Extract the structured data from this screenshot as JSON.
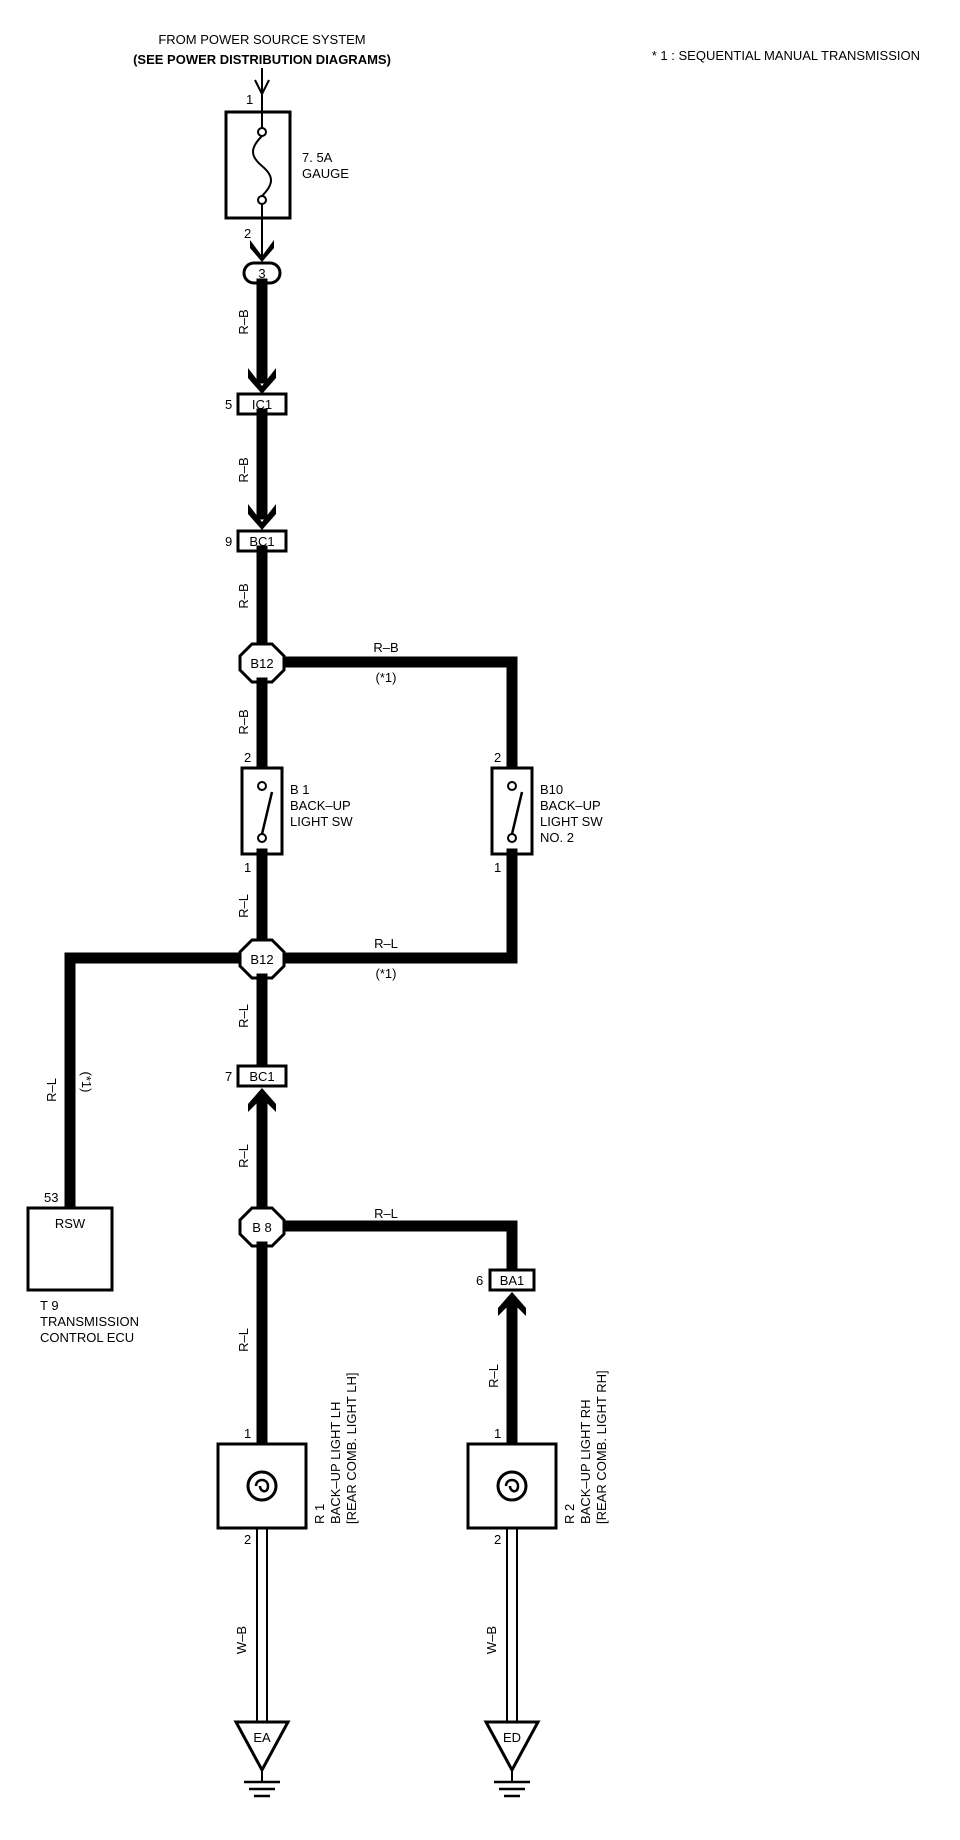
{
  "header": {
    "source_line1": "FROM POWER SOURCE SYSTEM",
    "source_line2": "(SEE POWER DISTRIBUTION DIAGRAMS)",
    "note": "* 1 : SEQUENTIAL MANUAL TRANSMISSION"
  },
  "fuse": {
    "pin_in": "1",
    "pin_out": "2",
    "rating": "7. 5A",
    "name": "GAUGE"
  },
  "connectors": {
    "c3": "3",
    "ic1": {
      "pin": "5",
      "label": "IC1"
    },
    "bc1_top": {
      "pin": "9",
      "label": "BC1"
    },
    "bc1_bottom": {
      "pin": "7",
      "label": "BC1"
    },
    "ba1": {
      "pin": "6",
      "label": "BA1"
    }
  },
  "junctions": {
    "b12_upper": "B12",
    "b12_lower": "B12",
    "b8": "B 8"
  },
  "switches": {
    "b1": {
      "id": "B 1",
      "line1": "BACK–UP",
      "line2": "LIGHT SW",
      "pin_top": "2",
      "pin_bottom": "1"
    },
    "b10": {
      "id": "B10",
      "line1": "BACK–UP",
      "line2": "LIGHT SW",
      "line3": "NO. 2",
      "pin_top": "2",
      "pin_bottom": "1"
    }
  },
  "wires": {
    "rb_1": "R–B",
    "rb_2": "R–B",
    "rb_3": "R–B",
    "rb_4": "R–B",
    "rb_branch": "R–B",
    "rb_branch_note": "(*1)",
    "rl_1": "R–L",
    "rl_branch": "R–L",
    "rl_branch_note": "(*1)",
    "rl_2": "R–L",
    "rl_ecu": "R–L",
    "rl_ecu_note": "(*1)",
    "rl_3": "R–L",
    "rl_b8": "R–L",
    "rl_4": "R–L",
    "rl_5": "R–L",
    "wb_1": "W–B",
    "wb_2": "W–B"
  },
  "ecu": {
    "pin": "53",
    "terminal": "RSW",
    "id": "T 9",
    "line1": "TRANSMISSION",
    "line2": "CONTROL ECU"
  },
  "lights": {
    "r1": {
      "pin_top": "1",
      "pin_bottom": "2",
      "id": "R 1",
      "line1": "BACK–UP LIGHT LH",
      "line2": "[REAR COMB. LIGHT LH]"
    },
    "r2": {
      "pin_top": "1",
      "pin_bottom": "2",
      "id": "R 2",
      "line1": "BACK–UP LIGHT RH",
      "line2": "[REAR COMB. LIGHT RH]"
    }
  },
  "grounds": {
    "ea": "EA",
    "ed": "ED"
  }
}
